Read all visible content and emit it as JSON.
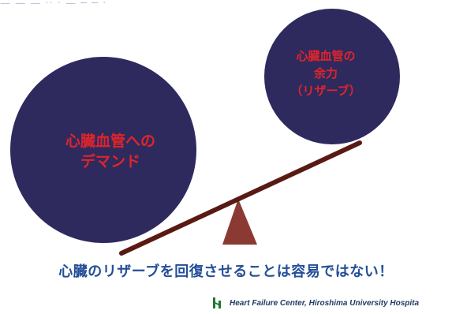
{
  "diagram": {
    "demand_label": [
      "心臓血管への",
      "デマンド"
    ],
    "reserve_label": [
      "心臓血管の",
      "余力",
      "（リザーブ）"
    ],
    "message": "心臓のリザーブを回復させることは容易ではない！",
    "footer_text": "Heart Failure Center, Hiroshima University Hospita",
    "colors": {
      "ball": "#2e2a5e",
      "label": "#e0242a",
      "message": "#234e97",
      "beam": "#5a1a14",
      "fulcrum": "#8a3a33",
      "logo": "#1a7a2c"
    }
  }
}
